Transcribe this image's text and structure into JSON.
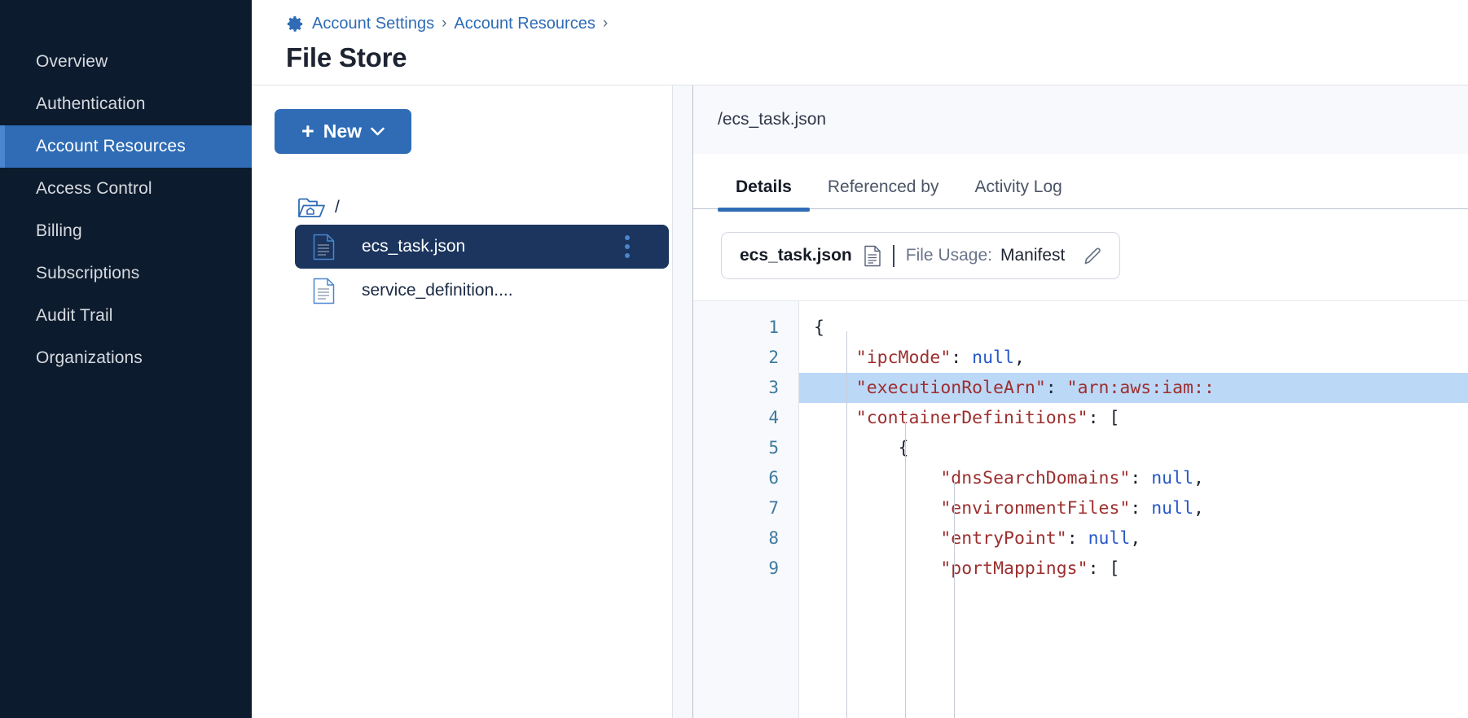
{
  "sidebar": {
    "items": [
      {
        "label": "Overview",
        "active": false
      },
      {
        "label": "Authentication",
        "active": false
      },
      {
        "label": "Account Resources",
        "active": true
      },
      {
        "label": "Access Control",
        "active": false
      },
      {
        "label": "Billing",
        "active": false
      },
      {
        "label": "Subscriptions",
        "active": false
      },
      {
        "label": "Audit Trail",
        "active": false
      },
      {
        "label": "Organizations",
        "active": false
      }
    ]
  },
  "header": {
    "breadcrumb": [
      {
        "label": "Account Settings",
        "icon": "gear-icon"
      },
      {
        "label": "Account Resources"
      }
    ],
    "separator": "›",
    "title": "File Store"
  },
  "tree_pane": {
    "new_button": {
      "label": "New",
      "plus": "+",
      "chevron": "chevron-down-icon"
    },
    "root": {
      "label": "/",
      "icon": "folder-home-icon"
    },
    "files": [
      {
        "name": "ecs_task.json",
        "selected": true,
        "icon": "file-icon",
        "menu": "kebab-menu-icon"
      },
      {
        "name": "service_definition....",
        "selected": false,
        "icon": "file-icon"
      }
    ]
  },
  "detail_pane": {
    "path": "/ecs_task.json",
    "tabs": [
      {
        "label": "Details",
        "active": true
      },
      {
        "label": "Referenced by",
        "active": false
      },
      {
        "label": "Activity Log",
        "active": false
      }
    ],
    "usage_card": {
      "file_name": "ecs_task.json",
      "file_icon": "document-icon",
      "usage_label": "File Usage:",
      "usage_value": "Manifest",
      "edit_icon": "pencil-icon"
    },
    "editor": {
      "highlighted_line": 3,
      "lines": [
        {
          "n": 1,
          "indent": 0,
          "text": "{",
          "type": "punct"
        },
        {
          "n": 2,
          "indent": 1,
          "key": "\"ipcMode\"",
          "value": "null",
          "value_type": "null",
          "trail": ","
        },
        {
          "n": 3,
          "indent": 1,
          "key": "\"executionRoleArn\"",
          "value": "\"arn:aws:iam::",
          "value_type": "string",
          "trail": ""
        },
        {
          "n": 4,
          "indent": 1,
          "key": "\"containerDefinitions\"",
          "value": "[",
          "value_type": "punct",
          "trail": ""
        },
        {
          "n": 5,
          "indent": 2,
          "text": "{",
          "type": "punct"
        },
        {
          "n": 6,
          "indent": 3,
          "key": "\"dnsSearchDomains\"",
          "value": "null",
          "value_type": "null",
          "trail": ","
        },
        {
          "n": 7,
          "indent": 3,
          "key": "\"environmentFiles\"",
          "value": "null",
          "value_type": "null",
          "trail": ","
        },
        {
          "n": 8,
          "indent": 3,
          "key": "\"entryPoint\"",
          "value": "null",
          "value_type": "null",
          "trail": ","
        },
        {
          "n": 9,
          "indent": 3,
          "key": "\"portMappings\"",
          "value": "[",
          "value_type": "punct",
          "trail": ""
        }
      ]
    }
  },
  "colors": {
    "sidebar_bg": "#0d1b2e",
    "accent": "#2f6cb5",
    "selected_row": "#1b355e",
    "highlight_line": "#bcd8f7",
    "json_key": "#9c2f2f",
    "json_null": "#2657c9",
    "line_number": "#3d7a9e"
  }
}
